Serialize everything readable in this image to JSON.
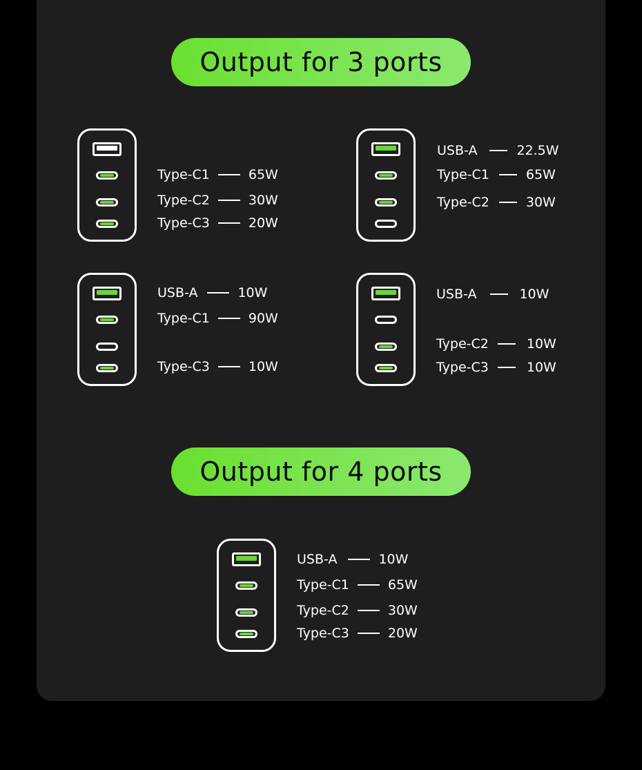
{
  "sections": {
    "three_ports_title": "Output for 3 ports",
    "four_ports_title": "Output for 4 ports"
  },
  "configs": [
    {
      "ports": {
        "usb_a": false,
        "c1": true,
        "c2": true,
        "c3": true
      },
      "rows": [
        {
          "label": "Type-C1",
          "value": "65W"
        },
        {
          "label": "Type-C2",
          "value": "30W"
        },
        {
          "label": "Type-C3",
          "value": "20W"
        }
      ]
    },
    {
      "ports": {
        "usb_a": true,
        "c1": true,
        "c2": true,
        "c3": false
      },
      "rows": [
        {
          "label": "USB-A",
          "value": "22.5W"
        },
        {
          "label": "Type-C1",
          "value": "65W"
        },
        {
          "label": "Type-C2",
          "value": "30W"
        }
      ]
    },
    {
      "ports": {
        "usb_a": true,
        "c1": true,
        "c2": false,
        "c3": true
      },
      "rows": [
        {
          "label": "USB-A",
          "value": "10W"
        },
        {
          "label": "Type-C1",
          "value": "90W"
        },
        {
          "label": "Type-C3",
          "value": "10W"
        }
      ]
    },
    {
      "ports": {
        "usb_a": true,
        "c1": false,
        "c2": true,
        "c3": true
      },
      "rows": [
        {
          "label": "USB-A",
          "value": "10W"
        },
        {
          "label": "Type-C2",
          "value": "10W"
        },
        {
          "label": "Type-C3",
          "value": "10W"
        }
      ]
    },
    {
      "ports": {
        "usb_a": true,
        "c1": true,
        "c2": true,
        "c3": true
      },
      "rows": [
        {
          "label": "USB-A",
          "value": "10W"
        },
        {
          "label": "Type-C1",
          "value": "65W"
        },
        {
          "label": "Type-C2",
          "value": "30W"
        },
        {
          "label": "Type-C3",
          "value": "20W"
        }
      ]
    }
  ],
  "colors": {
    "accent": "#6ad63a",
    "panel": "#1e1e1e",
    "background": "#000000"
  }
}
